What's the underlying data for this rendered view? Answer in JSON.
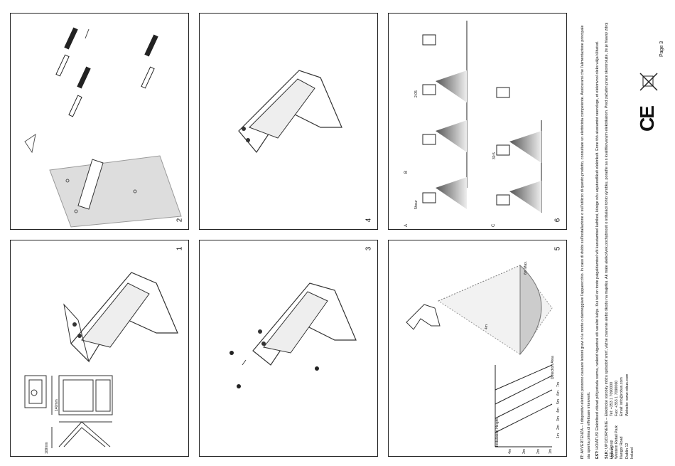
{
  "page": {
    "label": "Page 3"
  },
  "panels": {
    "p1": {
      "number": "1",
      "dim_height": "109mm",
      "dim_width": "140mm"
    },
    "p2": {
      "number": "2"
    },
    "p3": {
      "number": "3"
    },
    "p4": {
      "number": "4"
    },
    "p5": {
      "number": "5",
      "max_label": "6m Max.",
      "range_label": "4m",
      "chart_title_y": "Installation Height",
      "chart_title_x": "Detection Area",
      "height_ticks": [
        "4m",
        "3m",
        "2m",
        "1m"
      ],
      "area_ticks": [
        "1m",
        "2m",
        "3m",
        "4m",
        "5m",
        "6m",
        "7m"
      ]
    },
    "p6": {
      "number": "6",
      "rows": [
        "A",
        "B",
        "C"
      ],
      "timers": [
        "5hour",
        "2:05",
        "30:5"
      ]
    }
  },
  "notices": [
    {
      "code": "IT",
      "heading": "AVVERTENZA",
      "body": " – I dispositivi elettrici possono causare lesioni gravi o la morte o danneggiare l'apparecchio. In caso di dubbi sull'installazione o sull'utilizzo di questo prodotto, consultare un elettricista competente. Assicurarsi che l'alimentazione principale sia spenta prima di effettuare interventi."
    },
    {
      "code": "EST",
      "heading": "HOIATUS!",
      "body": " Elektrilised võivad põhjustada surma, raskeid vigastusi või varalist kahju. Kui teil on tootе paigaldamisel või kasutamisel kahtlusi, küsige nõu asjatundlikult elektrikult. Enne töö alustamist veenduge, et elektrivool oleks välja lülitatud."
    },
    {
      "code": "SLK",
      "heading": "UPOZORNENIE",
      "body": " – Elektrické výrobky môžu spôsobiť smrť, vážne zranenie alebo škodu na majetku. Ak máte akékoľvek pochybnosti o inštalácii tohto výrobku, poraďte sa s kvalifikovaným elektrikárom. Pred začatím práce skontrolujte, že je hlavný zdroj vypnutý."
    }
  ],
  "company": {
    "address": [
      "LED Group",
      "Western Retail Park",
      "Nangor Road",
      "Dublin 12",
      "Ireland"
    ],
    "contact": [
      "Tel: +353 1 7090000",
      "Fax: +353 1 7090060",
      "Email: info@robus.com",
      "Website: www.robus.com"
    ]
  },
  "marks": {
    "ce": "CE"
  }
}
